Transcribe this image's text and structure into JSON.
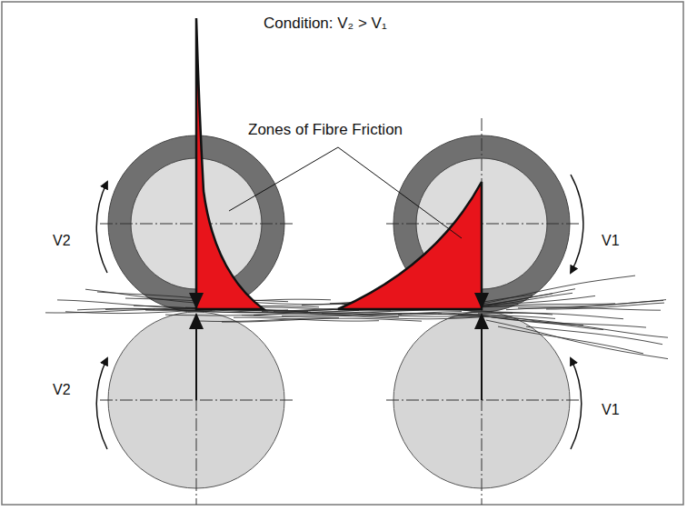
{
  "diagram": {
    "labels": [
      "Condition: V₂ > V₁",
      "Zones of Fibre Friction",
      "V2",
      "V1",
      "V2",
      "V1"
    ]
  }
}
